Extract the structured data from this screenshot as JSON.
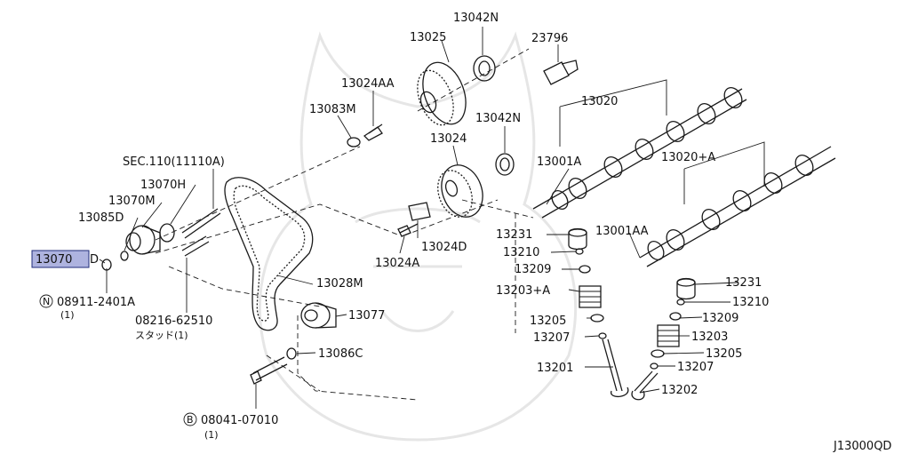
{
  "diagram": {
    "code": "J13000QD",
    "highlighted_part": "13070",
    "labels": [
      {
        "id": "13042N-top",
        "text": "13042N"
      },
      {
        "id": "13025",
        "text": "13025"
      },
      {
        "id": "23796",
        "text": "23796"
      },
      {
        "id": "13024AA",
        "text": "13024AA"
      },
      {
        "id": "13083M",
        "text": "13083M"
      },
      {
        "id": "13020",
        "text": "13020"
      },
      {
        "id": "13042N-mid",
        "text": "13042N"
      },
      {
        "id": "13024",
        "text": "13024"
      },
      {
        "id": "13001A",
        "text": "13001A"
      },
      {
        "id": "13020A",
        "text": "13020+A"
      },
      {
        "id": "sec110",
        "text": "SEC.110(11110A)"
      },
      {
        "id": "13070H",
        "text": "13070H"
      },
      {
        "id": "13070M",
        "text": "13070M"
      },
      {
        "id": "13085D",
        "text": "13085D"
      },
      {
        "id": "13070",
        "text": "13070"
      },
      {
        "id": "13070D",
        "text": "D"
      },
      {
        "id": "13231-a",
        "text": "13231"
      },
      {
        "id": "13001AA",
        "text": "13001AA"
      },
      {
        "id": "13024D",
        "text": "13024D"
      },
      {
        "id": "13210-a",
        "text": "13210"
      },
      {
        "id": "13024A",
        "text": "13024A"
      },
      {
        "id": "13209-a",
        "text": "13209"
      },
      {
        "id": "13028M",
        "text": "13028M"
      },
      {
        "id": "13203A",
        "text": "13203+A"
      },
      {
        "id": "13231-b",
        "text": "13231"
      },
      {
        "id": "08911",
        "text": "08911-2401A"
      },
      {
        "id": "13210-b",
        "text": "13210"
      },
      {
        "id": "13077",
        "text": "13077"
      },
      {
        "id": "13209-b",
        "text": "13209"
      },
      {
        "id": "08216",
        "text": "08216-62510"
      },
      {
        "id": "13205-a",
        "text": "13205"
      },
      {
        "id": "13203",
        "text": "13203"
      },
      {
        "id": "13207-a",
        "text": "13207"
      },
      {
        "id": "13086C",
        "text": "13086C"
      },
      {
        "id": "13205-b",
        "text": "13205"
      },
      {
        "id": "13207-b",
        "text": "13207"
      },
      {
        "id": "13201",
        "text": "13201"
      },
      {
        "id": "13202",
        "text": "13202"
      },
      {
        "id": "08041",
        "text": "08041-07010"
      }
    ],
    "sublabels": {
      "qty_08911": "(1)",
      "stud_08216": "スタッド(1)",
      "qty_08041": "(1)"
    },
    "circle_prefixes": {
      "n": "N",
      "b": "B"
    }
  }
}
